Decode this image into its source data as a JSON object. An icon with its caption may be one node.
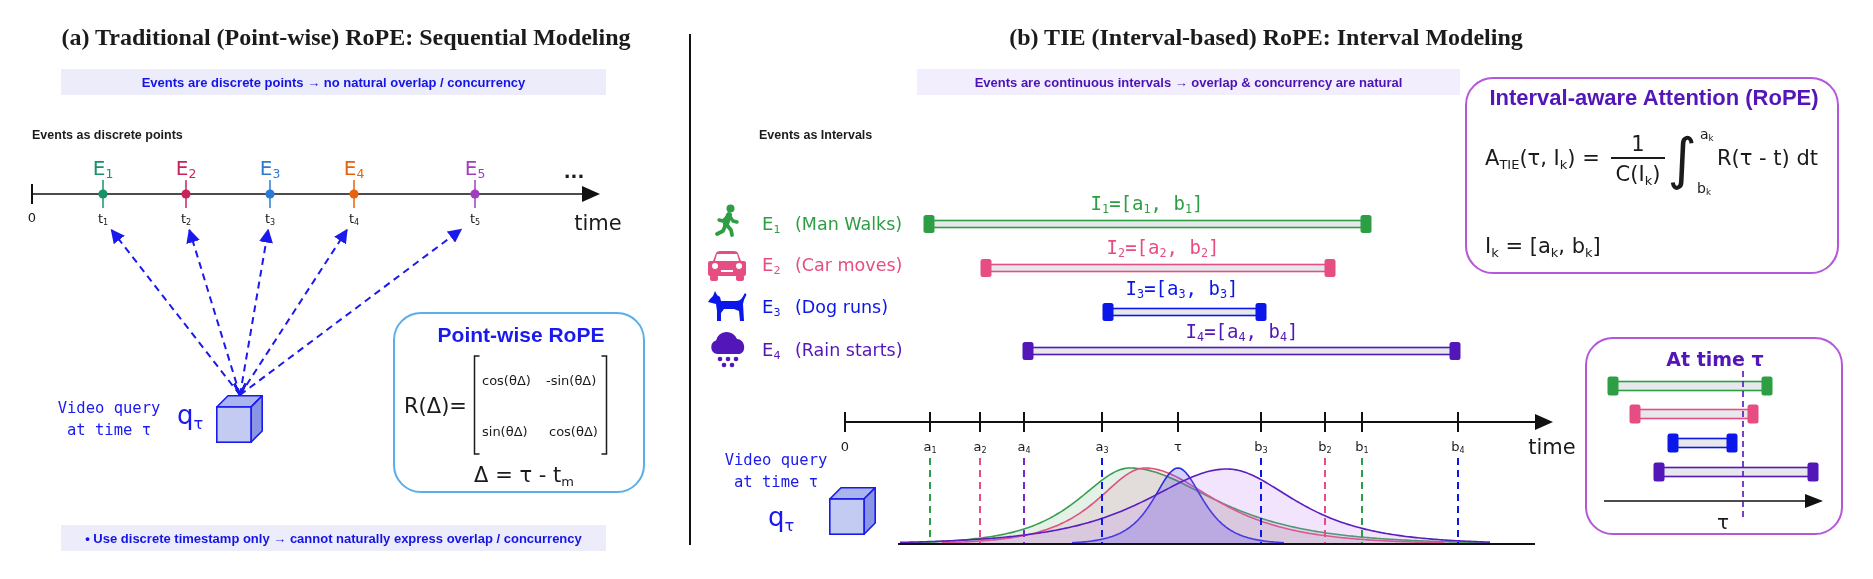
{
  "diagram": {
    "nodes": [
      {
        "text": [
          "E$_{1}$",
          "t$_{1}$"
        ]
      },
      {
        "text": [
          "E$_{2}$",
          "t$_{2}$"
        ]
      },
      {
        "text": [
          "E$_{3}$",
          "t$_{3}$"
        ]
      },
      {
        "text": [
          "E$_{4}$",
          "t$_{4}$"
        ]
      },
      {
        "text": [
          "E$_{5}$",
          "t$_{5}$"
        ]
      },
      {
        "text": [],
        "shape": "cube",
        "beside": [
          "Video query at time τ",
          "q$_{τ}$"
        ]
      },
      {
        "text": [
          "Point-wise RoPE",
          "R(Δ)=",
          "cos(θΔ)",
          "-sin(θΔ)",
          "sin(θΔ)",
          "cos(θΔ)",
          "Δ = τ - t$_{m}$"
        ]
      },
      {
        "text": [
          "Interval-aware Attention (RoPE)",
          "A$_{TIE}$(τ, I$_{k}$) =",
          "1",
          "C(I$_{k}$)",
          "∫",
          "a$_{k}$",
          "b$_{k}$",
          "R(τ - t) dt",
          "I$_{k}$ = [a$_{k}$, b$_{k}$]"
        ]
      },
      {
        "text": [],
        "shape": "cube",
        "beside": [
          "Video query at time τ",
          "q$_{τ}$"
        ]
      },
      {
        "text": [
          "At time τ",
          "τ"
        ]
      }
    ],
    "edges": [
      {
        "from": 5,
        "to": 0,
        "arrow": "both",
        "style": "dashed"
      },
      {
        "from": 5,
        "to": 1,
        "arrow": "both",
        "style": "dashed"
      },
      {
        "from": 5,
        "to": 2,
        "arrow": "both",
        "style": "dashed"
      },
      {
        "from": 5,
        "to": 3,
        "arrow": "both",
        "style": "dashed"
      },
      {
        "from": 5,
        "to": 4,
        "arrow": "both",
        "style": "dashed"
      }
    ],
    "labels": [
      "(a) Traditional (Point-wise) RoPE: Sequential Modeling",
      "Events are discrete points → no natural overlap / concurrency",
      "Events as discrete points",
      "...",
      "0",
      "time",
      "• Use discrete timestamp only → cannot naturally express overlap / concurrency",
      "(b) TIE (Interval-based) RoPE: Interval Modeling",
      "Events are continuous intervals → overlap & concurrency are natural",
      "Events as Intervals",
      "I$_{1}$=[a$_{1}$, b$_{1}$]",
      "E$_{1}$",
      "(Man Walks)",
      "I$_{2}$=[a$_{2}$, b$_{2}$]",
      "E$_{2}$",
      "(Car moves)",
      "I$_{3}$=[a$_{3}$, b$_{3}$]",
      "E$_{3}$",
      "(Dog runs)",
      "I$_{4}$=[a$_{4}$, b$_{4}$]",
      "E$_{4}$",
      "(Rain starts)",
      "0",
      "a$_{1}$",
      "a$_{2}$",
      "a$_{4}$",
      "a$_{3}$",
      "τ",
      "b$_{3}$",
      "b$_{2}$",
      "b$_{1}$",
      "b$_{4}$",
      "time"
    ]
  }
}
